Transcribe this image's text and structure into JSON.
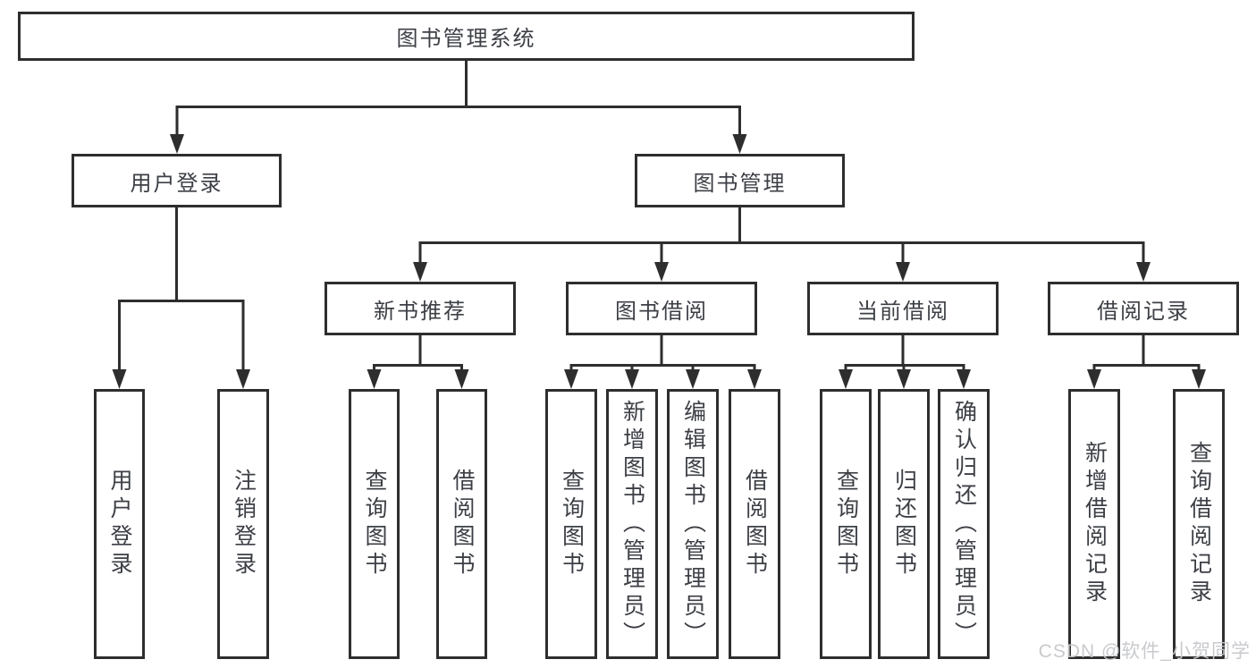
{
  "diagram": {
    "title": "图书管理系统",
    "watermark": "CSDN @软件_小贺同学",
    "colors": {
      "line": "#2e2e2e",
      "box_border": "#2e2e2e",
      "text": "#3c3f45",
      "box_background": "#ffffff",
      "watermark": "#c5c7ca"
    },
    "nodes": {
      "root": {
        "label": "图书管理系统"
      },
      "user_login": {
        "label": "用户登录"
      },
      "book_mgmt": {
        "label": "图书管理"
      },
      "new_book_rec": {
        "label": "新书推荐"
      },
      "book_borrow": {
        "label": "图书借阅"
      },
      "current_borrow": {
        "label": "当前借阅"
      },
      "borrow_records": {
        "label": "借阅记录"
      },
      "leaf_user_login": {
        "label": "用户登录"
      },
      "leaf_logout": {
        "label": "注销登录"
      },
      "leaf_query_book_1": {
        "label": "查询图书"
      },
      "leaf_borrow_book_1": {
        "label": "借阅图书"
      },
      "leaf_query_book_2": {
        "label": "查询图书"
      },
      "leaf_add_book": {
        "label": "新增图书（管理员）"
      },
      "leaf_edit_book": {
        "label": "编辑图书（管理员）"
      },
      "leaf_borrow_book_2": {
        "label": "借阅图书"
      },
      "leaf_query_book_3": {
        "label": "查询图书"
      },
      "leaf_return_book": {
        "label": "归还图书"
      },
      "leaf_confirm_return": {
        "label": "确认归还（管理员）"
      },
      "leaf_add_record": {
        "label": "新增借阅记录"
      },
      "leaf_query_record": {
        "label": "查询借阅记录"
      }
    },
    "hierarchy": {
      "root": [
        "user_login",
        "book_mgmt"
      ],
      "user_login": [
        "leaf_user_login",
        "leaf_logout"
      ],
      "book_mgmt": [
        "new_book_rec",
        "book_borrow",
        "current_borrow",
        "borrow_records"
      ],
      "new_book_rec": [
        "leaf_query_book_1",
        "leaf_borrow_book_1"
      ],
      "book_borrow": [
        "leaf_query_book_2",
        "leaf_add_book",
        "leaf_edit_book",
        "leaf_borrow_book_2"
      ],
      "current_borrow": [
        "leaf_query_book_3",
        "leaf_return_book",
        "leaf_confirm_return"
      ],
      "borrow_records": [
        "leaf_add_record",
        "leaf_query_record"
      ]
    }
  }
}
